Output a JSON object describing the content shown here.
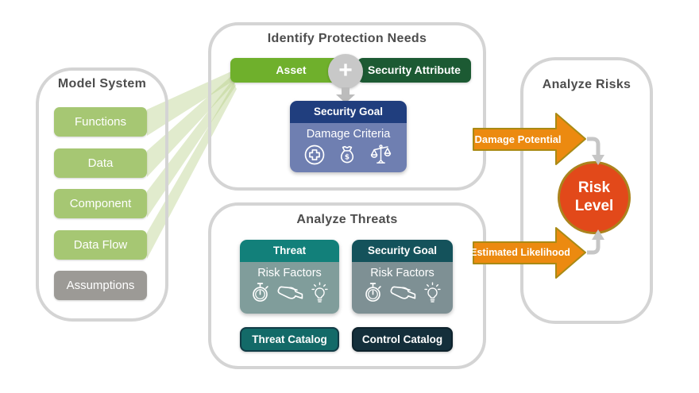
{
  "model_system": {
    "title": "Model System",
    "items": [
      {
        "label": "Functions"
      },
      {
        "label": "Data"
      },
      {
        "label": "Component"
      },
      {
        "label": "Data Flow"
      },
      {
        "label": "Assumptions"
      }
    ]
  },
  "identify_protection_needs": {
    "title": "Identify Protection Needs",
    "asset_label": "Asset",
    "plus_symbol": "+",
    "security_attribute_label": "Security Attribute",
    "security_goal": {
      "header": "Security Goal",
      "body_label": "Damage Criteria",
      "icons": [
        "medical-cross",
        "money-bag",
        "scales"
      ]
    }
  },
  "analyze_threats": {
    "title": "Analyze Threats",
    "threat_card": {
      "header": "Threat",
      "body_label": "Risk Factors",
      "icons": [
        "stopwatch",
        "pointing-hand",
        "lightbulb"
      ]
    },
    "goal_card": {
      "header": "Security Goal",
      "body_label": "Risk Factors",
      "icons": [
        "stopwatch",
        "pointing-hand",
        "lightbulb"
      ]
    },
    "catalogs": [
      {
        "label": "Threat Catalog"
      },
      {
        "label": "Control Catalog"
      }
    ]
  },
  "analyze_risks": {
    "title": "Analyze Risks",
    "inputs": [
      {
        "label": "Damage Potential"
      },
      {
        "label": "Estimated Likelihood"
      }
    ],
    "risk_level": {
      "line1": "Risk",
      "line2": "Level"
    }
  },
  "colors": {
    "panel_border": "#d4d4d4",
    "light_green_item": "#a6c773",
    "gray_item": "#9c9a96",
    "asset_green": "#6fb02c",
    "security_attribute_green": "#1c5a33",
    "goal_header_navy": "#203e7e",
    "goal_body_blue": "#6f7fb1",
    "threat_header_teal": "#12807a",
    "threat_body_teal": "#809d9b",
    "goal_card_header": "#14525b",
    "goal_card_body": "#7e9094",
    "threat_catalog_teal": "#136a68",
    "control_catalog_dark": "#142f3b",
    "arrow_orange": "#ec8a10",
    "arrow_border_olive": "#a98a14",
    "risk_red": "#e2491a",
    "connector_gray": "#c6c6c6",
    "fan_green": "rgba(180,205,130,0.4)"
  }
}
